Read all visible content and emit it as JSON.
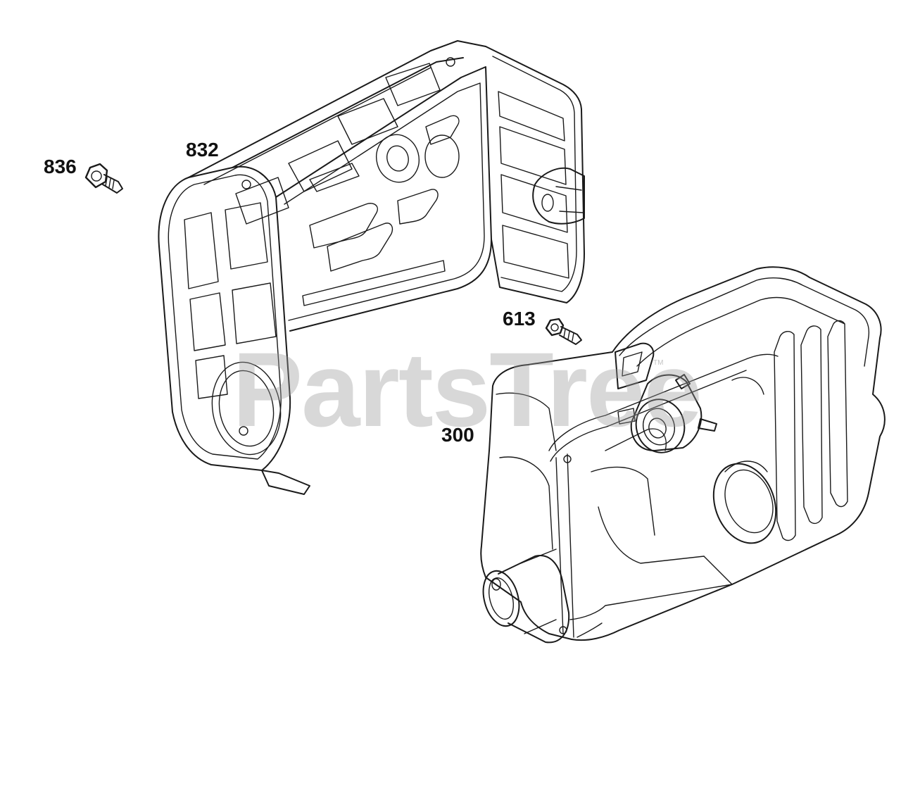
{
  "diagram": {
    "callouts": {
      "part_836": "836",
      "part_832": "832",
      "part_613": "613",
      "part_300": "300"
    },
    "watermark": "PartsTree",
    "trademark": "TM"
  }
}
